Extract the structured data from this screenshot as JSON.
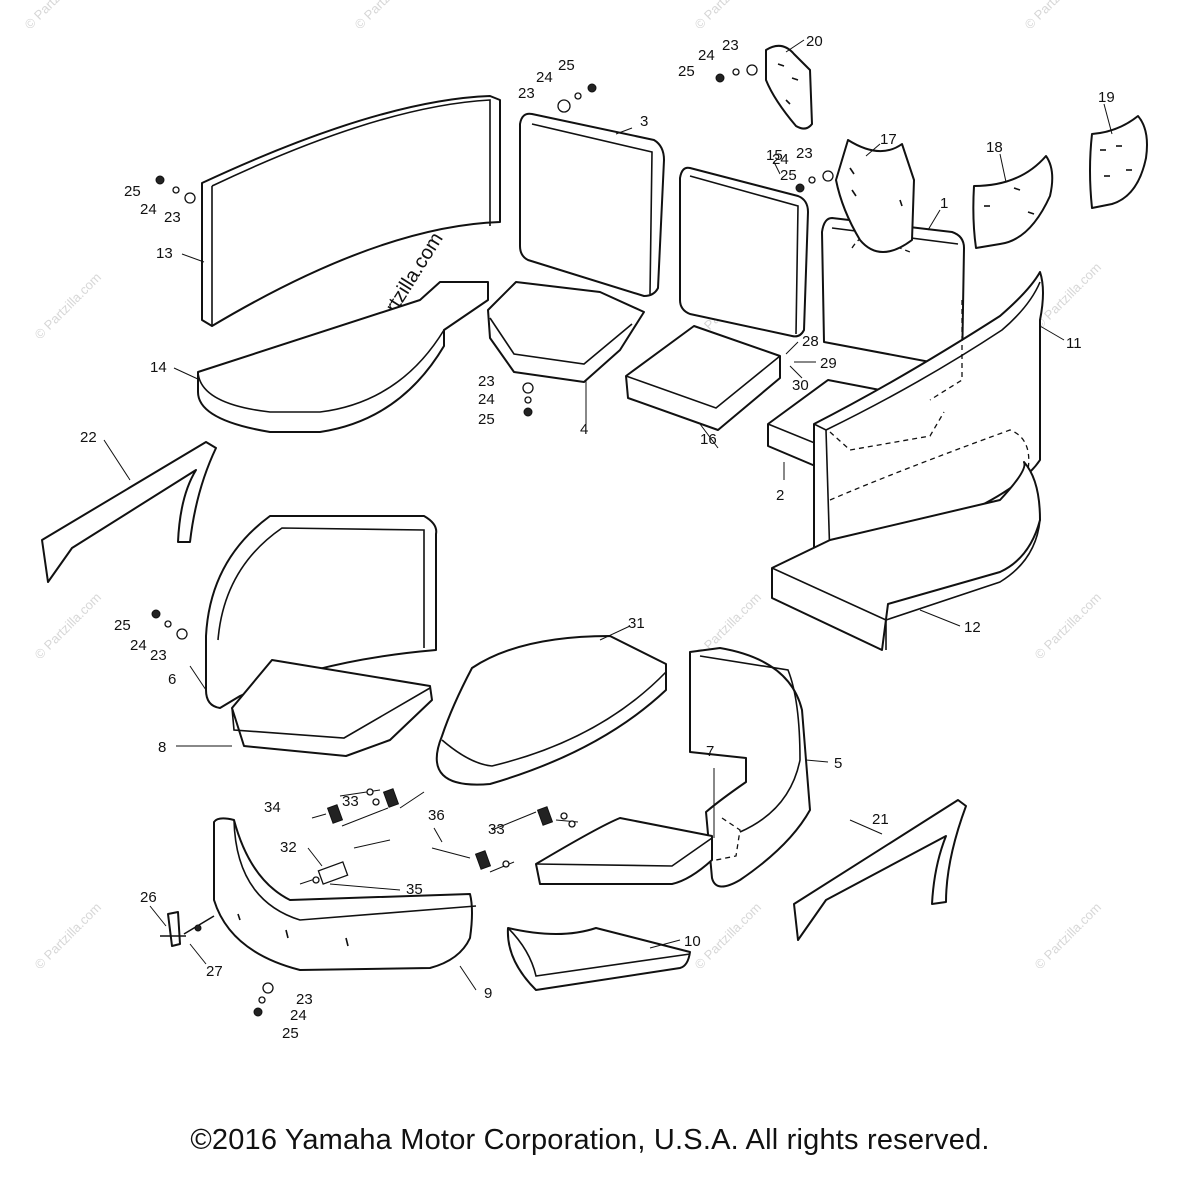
{
  "diagram": {
    "watermark_main": "© Partzilla.com",
    "watermark_repeat": "© Partzilla.com",
    "copyright": "©2016  Yamaha Motor Corporation, U.S.A. All rights reserved.",
    "callouts": {
      "c1": "1",
      "c2": "2",
      "c3": "3",
      "c4": "4",
      "c5": "5",
      "c6": "6",
      "c7": "7",
      "c8": "8",
      "c9": "9",
      "c10": "10",
      "c11": "11",
      "c12": "12",
      "c13": "13",
      "c14": "14",
      "c15": "15",
      "c16": "16",
      "c17": "17",
      "c18": "18",
      "c19": "19",
      "c20": "20",
      "c21": "21",
      "c22": "22",
      "c26": "26",
      "c27": "27",
      "c28": "28",
      "c29": "29",
      "c30": "30",
      "c31": "31",
      "c32": "32",
      "c33a": "33",
      "c33b": "33",
      "c34": "34",
      "c35": "35",
      "c36": "36",
      "h1_25": "25",
      "h1_24": "24",
      "h1_23": "23",
      "h2_25": "25",
      "h2_24": "24",
      "h2_23": "23",
      "h3_25": "25",
      "h3_24": "24",
      "h3_23": "23",
      "h4_25": "25",
      "h4_24": "24",
      "h4_23": "23",
      "h5_23": "23",
      "h5_24": "24",
      "h5_25": "25",
      "h6_25": "25",
      "h6_24": "24",
      "h6_23": "23",
      "h7_23": "23",
      "h7_24": "24",
      "h7_25": "25"
    }
  }
}
